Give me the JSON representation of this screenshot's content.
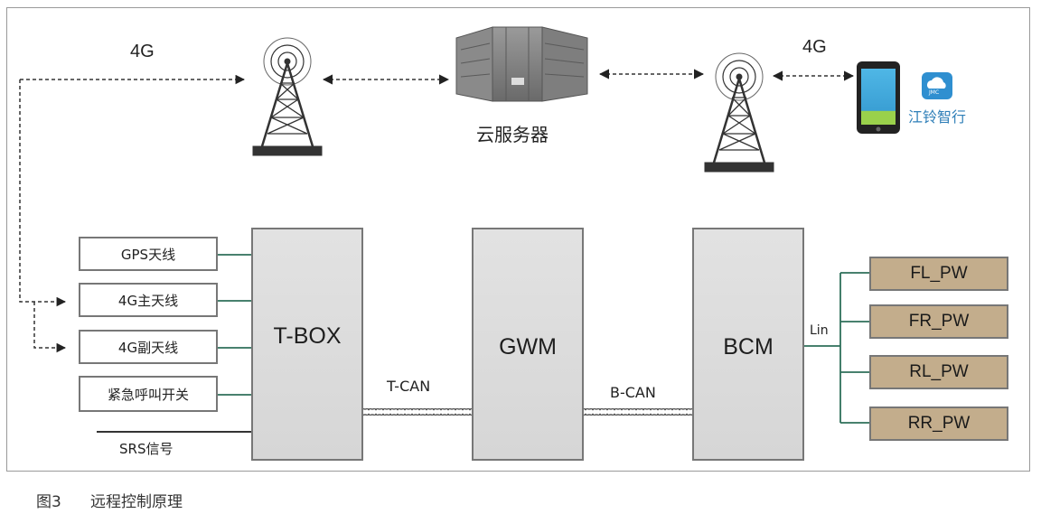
{
  "network": {
    "left_label": "4G",
    "right_label": "4G",
    "server_label": "云服务器",
    "app_name": "江铃智行",
    "app_logo_text": "JMC"
  },
  "antennas": [
    "GPS天线",
    "4G主天线",
    "4G副天线",
    "紧急呼叫开关"
  ],
  "srs_label": "SRS信号",
  "ecus": {
    "tbox": "T-BOX",
    "gwm": "GWM",
    "bcm": "BCM"
  },
  "buses": {
    "tcan": "T-CAN",
    "bcan": "B-CAN",
    "lin": "Lin"
  },
  "windows": [
    "FL_PW",
    "FR_PW",
    "RL_PW",
    "RR_PW"
  ],
  "caption": {
    "figure": "图3",
    "title": "远程控制原理"
  }
}
